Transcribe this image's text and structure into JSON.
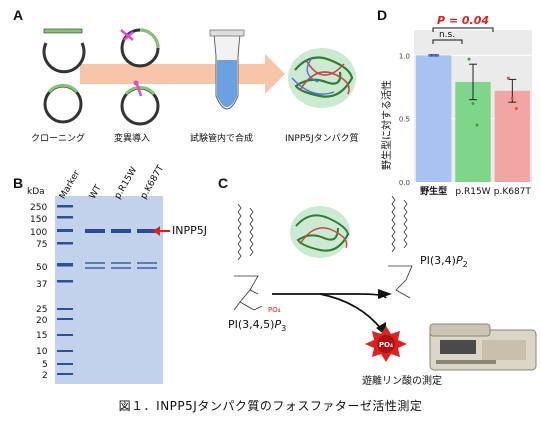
{
  "panels": {
    "A": {
      "letter": "A",
      "steps": [
        "クローニング",
        "変異導入",
        "試験管内で合成",
        "INPP5Jタンパク質"
      ]
    },
    "B": {
      "letter": "B",
      "unit": "kDa",
      "lanes": [
        "Marker",
        "WT",
        "p.R15W",
        "p.K687T"
      ],
      "markers": [
        "250",
        "150",
        "100",
        "75",
        "50",
        "37",
        "25",
        "20",
        "15",
        "10",
        "5",
        "2"
      ],
      "band_label": "INPP5J"
    },
    "C": {
      "letter": "C",
      "substrate": "PI(3,4,5)",
      "substrate_sub": "P",
      "substrate_subnum": "3",
      "product": "PI(3,4)",
      "product_sub": "P",
      "product_subnum": "2",
      "phosphate_mol": "PO₄",
      "phosphate_icon": "PO₄",
      "measure_label": "遊離リン酸の測定"
    },
    "D": {
      "letter": "D",
      "pvalue": "P = 0.04",
      "ns": "n.s.",
      "ylabel": "野生型に対する活性"
    }
  },
  "chart_data": {
    "type": "bar",
    "categories": [
      "野生型",
      "p.R15W",
      "p.K687T"
    ],
    "values": [
      1.0,
      0.79,
      0.72
    ],
    "errors": [
      0.005,
      0.14,
      0.09
    ],
    "points": [
      [
        1.0,
        1.0,
        1.0
      ],
      [
        0.97,
        0.62,
        0.45
      ],
      [
        0.82,
        0.66,
        0.58
      ]
    ],
    "colors": [
      "#a9c2f2",
      "#7fd68a",
      "#f1a6a3"
    ],
    "point_colors": [
      "#4a74d9",
      "#2ea84a",
      "#e0504a"
    ],
    "yticks": [
      "0.0",
      "0.5",
      "1.0"
    ],
    "ylim": [
      0,
      1.2
    ],
    "ylabel": "野生型に対する活性",
    "xlabel": "",
    "grid": true
  },
  "caption": "図１．INPP5Jタンパク質のフォスファターゼ活性測定"
}
